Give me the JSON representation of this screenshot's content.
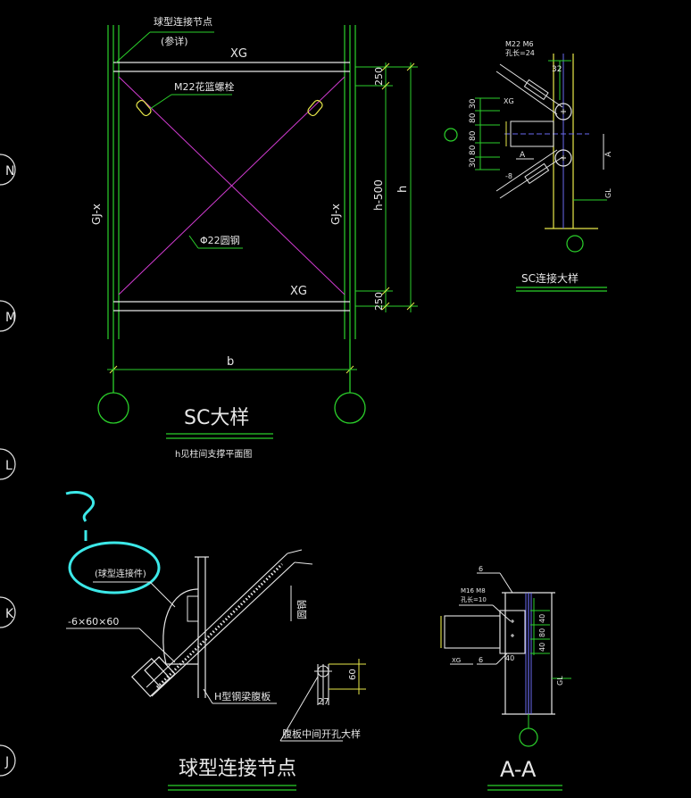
{
  "colors": {
    "bg": "#000000",
    "green": "#2bd12b",
    "yellow": "#e8e84a",
    "white": "#e6e6e6",
    "magenta": "#d23cd2",
    "cyan": "#3ce8e8",
    "blue": "#6a6af0",
    "red": "#e83c3c"
  },
  "left_edge": {
    "labels": [
      "N",
      "M",
      "L",
      "K",
      "J"
    ]
  },
  "sc_plan": {
    "node_label_1": "球型连接节点",
    "node_label_2": "(参详)",
    "xg_top": "XG",
    "xg_bottom": "XG",
    "bolt_label": "M22花篮螺栓",
    "rod_label": "Φ22圆钢",
    "col_left": "GJ-x",
    "col_right": "GJ-x",
    "dim_top": "250",
    "dim_mid": "h-500",
    "dim_h": "h",
    "dim_bottom": "250",
    "dim_b": "b",
    "title": "SC大样",
    "note": "h见柱间支撑平面图"
  },
  "sc_conn": {
    "bolt_label_1": "M22 M6",
    "bolt_label_2": "孔长=24",
    "dim_32": "32",
    "dims_left": [
      "30",
      "80",
      "80",
      "80",
      "30"
    ],
    "xg": "XG",
    "a_left": "A",
    "a_right": "A",
    "gl": "GL",
    "minus": "-8",
    "title": "SC连接大样"
  },
  "ball_node": {
    "question": "?",
    "label_ball": "(球型连接件)",
    "plate": "-6×60×60",
    "rod": "圆钢",
    "h_web": "H型钢梁腹板",
    "hole_note": "腹板中间开孔大样",
    "dim_60": "60",
    "dim_27": "27",
    "title": "球型连接节点"
  },
  "aa": {
    "six_top": "6",
    "bolt_1": "M16 M8",
    "bolt_2": "孔长=10",
    "dims": [
      "40",
      "80",
      "40"
    ],
    "xg": "XG",
    "six_bottom": "6",
    "forty": "40",
    "gl": "GL",
    "title": "A-A"
  }
}
